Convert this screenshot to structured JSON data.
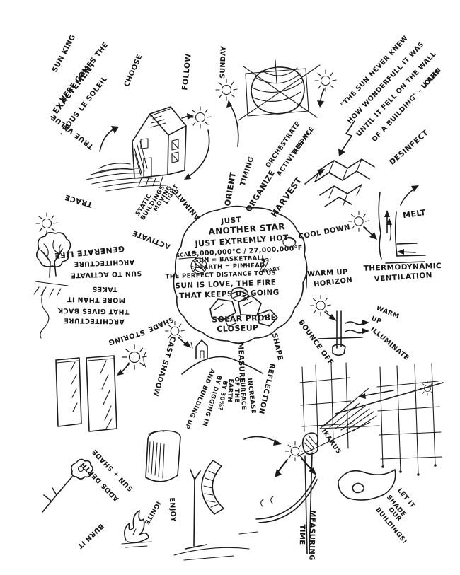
{
  "colors": {
    "ink": "#1b1b1b",
    "paper": "#ffffff"
  },
  "center": {
    "just": "JUST",
    "another_star": "ANOTHER STAR",
    "extremly": "JUST EXTREMLY HOT",
    "temps": "15,000,000°C / 27,000,000°F",
    "scale": "SCALE:",
    "sun_basketball": "SUN = BASKETBALL",
    "earth_pinhead": "EARTH = PINHEAD",
    "dist": "93'",
    "apart": "APART",
    "perfect": "THE PERFECT DISTANCE TO US",
    "love1": "SUN IS LOVE, THE FIRE",
    "love2": "THAT KEEPS US GOING",
    "probe1": "SOLAR PROBE",
    "probe2": "CLOSEUP"
  },
  "rays": {
    "follow": "FOLLOW",
    "sunday": "SUNDAY",
    "choose": "CHOOSE",
    "trace": "TRACE",
    "animate": "ANIMATE",
    "activate": "ACTIVATE",
    "orient": "ORIENT",
    "timing": "TIMING",
    "organize": "ORGANIZE",
    "orchestrate": "ORCHESTRATE",
    "activities_in": "ACTIVITIES IN",
    "a_space": "A SPACE",
    "harvest": "HARVEST",
    "cool_down": "COOL DOWN",
    "warm_up": "WARM UP",
    "horizon": "HORIZON",
    "bounce_off": "BOUNCE OFF",
    "shape": "SHAPE",
    "reflection": "REFLECTION",
    "measure": "MEASURE",
    "cast_shadow": "CAST SHADOW",
    "shade": "SHADE",
    "storing": "STORING",
    "measuring": "MEASURING",
    "time": "TIME"
  },
  "notes": {
    "sun_king": "SUN KING",
    "here_comes": "HERE COMES THE",
    "exactement": "· EXACTEMENT",
    "sous_le": "· SOUS LE SOLEIL",
    "true_value": "TRUE VALUE",
    "static1": "STATIC",
    "static2": "BUILDINGS",
    "static3": "MOVING",
    "static4": "LIGHT",
    "kahn1": "\"THE SUN NEVER KNEW",
    "kahn2": "HOW WONDERFULL IT WAS",
    "kahn3": "UNTIL IT FELL ON THE WALL",
    "kahn4": "OF A BUILDING\" - LOUIS",
    "kahn5": "KAHN",
    "desinfect": "DESINFECT",
    "melt": "MELT",
    "thermo1": "THERMODYNAMIC",
    "thermo2": "VENTILATION",
    "warm2a": "WARM",
    "warm2b": "UP",
    "illuminate": "ILLUMINATE",
    "ikarus": "IKARUS",
    "let1": "LET IT",
    "let2": "SHADE",
    "let3": "OUR",
    "let4": "BUILDINGS!",
    "generate_life": "GENERATE LIFE",
    "arch_line": "ARCHITECTURE",
    "sun_activate": "SUN TO ACTIVATE",
    "gives1": "TAKES",
    "gives2": "MORE THAN IT",
    "gives3": "THAT GIVES BACK",
    "gives4": "ARCHITECTURE",
    "inc1": "INCREASE",
    "inc2": "SURFACE",
    "inc3": "OF THE",
    "inc4": "EARTH",
    "inc5": "BY 30%?",
    "inc6": "BY DIGGING IN",
    "inc7": "AND BUILDING UP",
    "depth1": "SUN + SHADE",
    "depth2": "ADDS DEPTH",
    "burn_it": "BURN IT",
    "ignite": "IGNITE",
    "enjoy": "ENJOY"
  },
  "sketches": [
    "sun-icon",
    "house",
    "sphere-diagram",
    "stepped-wall",
    "thermo-vent-wall",
    "tree",
    "window-frames",
    "flower",
    "campfire",
    "cylinder",
    "sundial",
    "bollard-pole",
    "mound-house",
    "facade-grids",
    "leaf-canopy",
    "basketball",
    "solar-probe-rocks",
    "center-bubble"
  ]
}
